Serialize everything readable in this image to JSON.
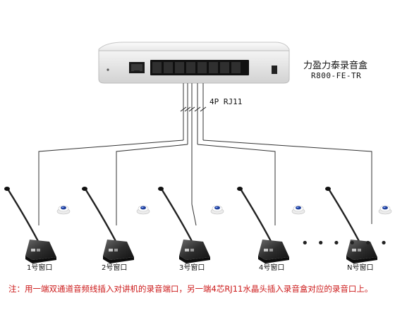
{
  "device": {
    "title": "力盈力泰录音盒",
    "model": "R800-FE-TR"
  },
  "connector_label": "4P RJ11",
  "windows": [
    {
      "label": "1号窗口"
    },
    {
      "label": "2号窗口"
    },
    {
      "label": "3号窗口"
    },
    {
      "label": "4号窗口"
    },
    {
      "label": "N号窗口"
    }
  ],
  "ellipsis": "• • • • • •",
  "note": "注：用一端双通道音频线插入对讲机的录音端口，另一端4芯RJ11水晶头插入录音盒对应的录音口上。",
  "colors": {
    "note_text": "#cc1a1a",
    "device_body": "#f2f2f2",
    "wire": "#333333"
  }
}
